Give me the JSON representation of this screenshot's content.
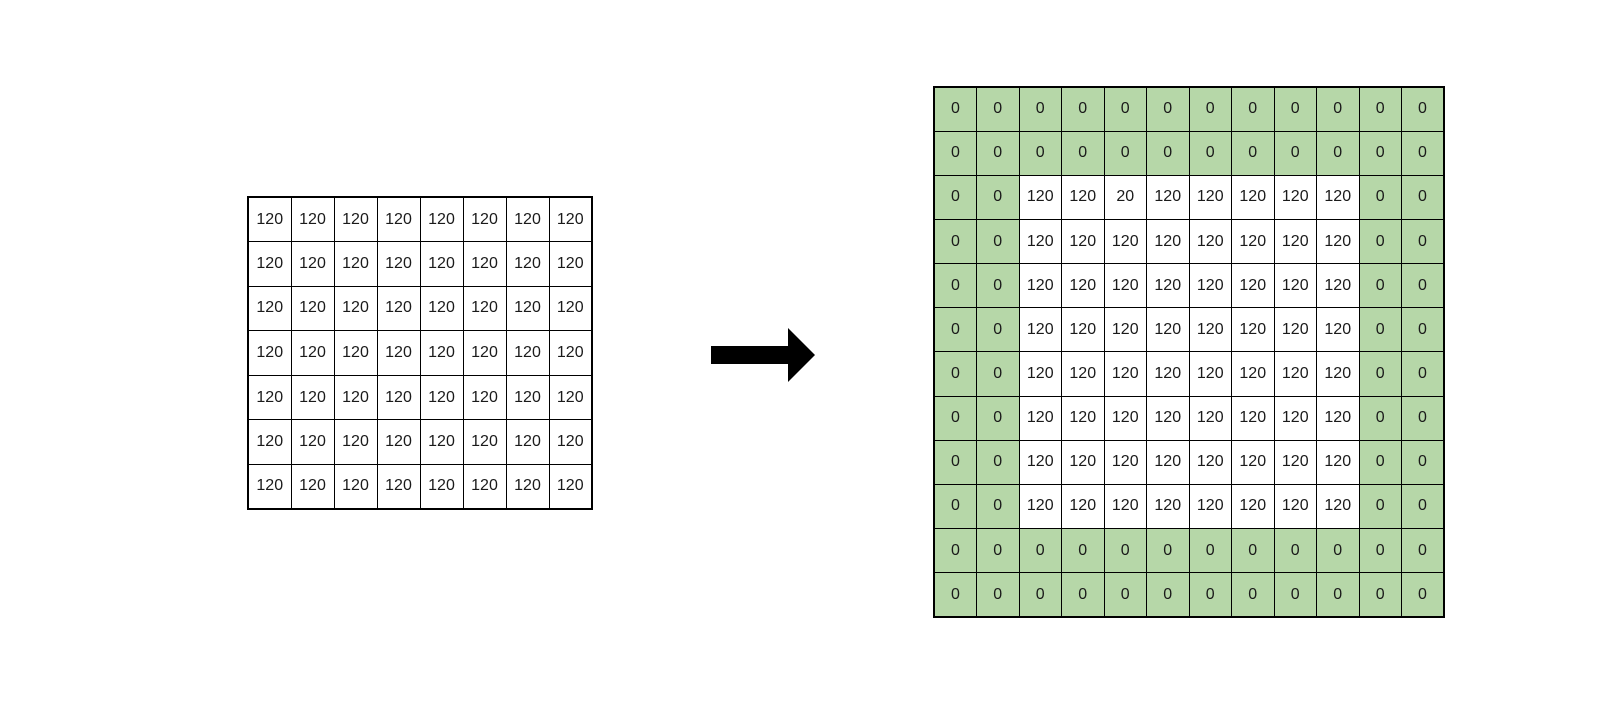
{
  "diagram": {
    "title": "matrix zero-padding illustration",
    "arrow_icon": "right-arrow",
    "colors": {
      "padding_cell_background": "#b6d7a8",
      "value_cell_background": "#ffffff",
      "grid_border": "#000000",
      "cell_text": "#1a1a1a",
      "arrow": "#000000",
      "page_background": "#ffffff"
    },
    "left_grid": {
      "rows": 7,
      "cols": 8,
      "cells": [
        [
          "120",
          "120",
          "120",
          "120",
          "120",
          "120",
          "120",
          "120"
        ],
        [
          "120",
          "120",
          "120",
          "120",
          "120",
          "120",
          "120",
          "120"
        ],
        [
          "120",
          "120",
          "120",
          "120",
          "120",
          "120",
          "120",
          "120"
        ],
        [
          "120",
          "120",
          "120",
          "120",
          "120",
          "120",
          "120",
          "120"
        ],
        [
          "120",
          "120",
          "120",
          "120",
          "120",
          "120",
          "120",
          "120"
        ],
        [
          "120",
          "120",
          "120",
          "120",
          "120",
          "120",
          "120",
          "120"
        ],
        [
          "120",
          "120",
          "120",
          "120",
          "120",
          "120",
          "120",
          "120"
        ]
      ]
    },
    "right_grid": {
      "rows": 12,
      "cols": 12,
      "cells": [
        [
          "0",
          "0",
          "0",
          "0",
          "0",
          "0",
          "0",
          "0",
          "0",
          "0",
          "0",
          "0"
        ],
        [
          "0",
          "0",
          "0",
          "0",
          "0",
          "0",
          "0",
          "0",
          "0",
          "0",
          "0",
          "0"
        ],
        [
          "0",
          "0",
          "120",
          "120",
          "20",
          "120",
          "120",
          "120",
          "120",
          "120",
          "0",
          "0"
        ],
        [
          "0",
          "0",
          "120",
          "120",
          "120",
          "120",
          "120",
          "120",
          "120",
          "120",
          "0",
          "0"
        ],
        [
          "0",
          "0",
          "120",
          "120",
          "120",
          "120",
          "120",
          "120",
          "120",
          "120",
          "0",
          "0"
        ],
        [
          "0",
          "0",
          "120",
          "120",
          "120",
          "120",
          "120",
          "120",
          "120",
          "120",
          "0",
          "0"
        ],
        [
          "0",
          "0",
          "120",
          "120",
          "120",
          "120",
          "120",
          "120",
          "120",
          "120",
          "0",
          "0"
        ],
        [
          "0",
          "0",
          "120",
          "120",
          "120",
          "120",
          "120",
          "120",
          "120",
          "120",
          "0",
          "0"
        ],
        [
          "0",
          "0",
          "120",
          "120",
          "120",
          "120",
          "120",
          "120",
          "120",
          "120",
          "0",
          "0"
        ],
        [
          "0",
          "0",
          "120",
          "120",
          "120",
          "120",
          "120",
          "120",
          "120",
          "120",
          "0",
          "0"
        ],
        [
          "0",
          "0",
          "0",
          "0",
          "0",
          "0",
          "0",
          "0",
          "0",
          "0",
          "0",
          "0"
        ],
        [
          "0",
          "0",
          "0",
          "0",
          "0",
          "0",
          "0",
          "0",
          "0",
          "0",
          "0",
          "0"
        ]
      ]
    }
  }
}
